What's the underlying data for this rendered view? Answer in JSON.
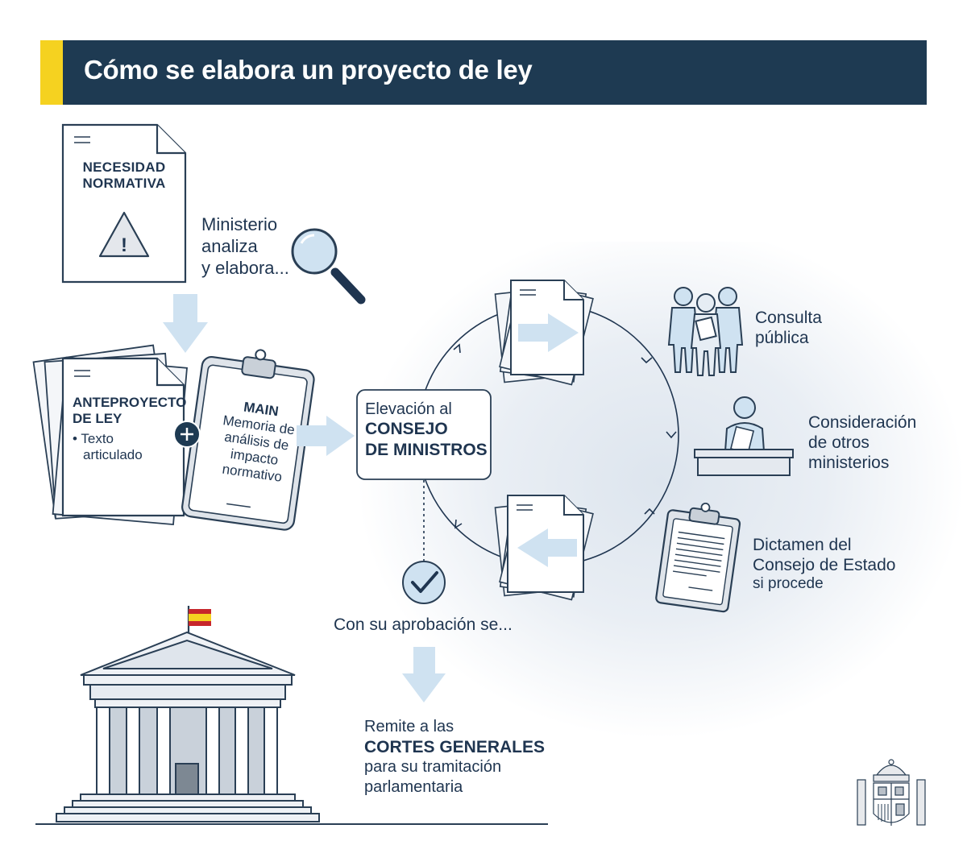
{
  "header": {
    "title": "Cómo se elabora un proyecto de ley"
  },
  "steps": {
    "necesidad": {
      "line1": "NECESIDAD",
      "line2": "NORMATIVA"
    },
    "ministerio": {
      "line1": "Ministerio",
      "line2": "analiza",
      "line3": "y elabora..."
    },
    "anteproyecto": {
      "line1": "ANTEPROYECTO",
      "line2": "DE LEY",
      "bullet1": "• Texto",
      "bullet2": "articulado"
    },
    "main": {
      "title": "MAIN",
      "line1": "Memoria de",
      "line2": "análisis de",
      "line3": "impacto",
      "line4": "normativo"
    },
    "elevacion": {
      "line1": "Elevación al",
      "line2": "CONSEJO",
      "line3": "DE MINISTROS"
    },
    "consulta": {
      "line1": "Consulta",
      "line2": "pública"
    },
    "consideracion": {
      "line1": "Consideración",
      "line2": "de otros",
      "line3": "ministerios"
    },
    "dictamen": {
      "line1": "Dictamen del",
      "line2": "Consejo de Estado",
      "line3": "si procede"
    },
    "aprobacion": {
      "text": "Con su aprobación se..."
    },
    "remite": {
      "line1": "Remite a las",
      "line2": "CORTES GENERALES",
      "line3": "para su tramitación",
      "line4": "parlamentaria"
    }
  },
  "icons": {
    "warning": "warning-icon",
    "magnifier": "magnifier-icon",
    "plus": "plus-icon",
    "check": "check-icon",
    "people": "people-icon",
    "desk": "official-at-desk-icon",
    "clipboard": "clipboard-icon",
    "building": "parliament-building-icon",
    "flag": "spanish-flag-icon",
    "coat": "coat-of-arms-icon"
  },
  "colors": {
    "navy": "#1e3a52",
    "accent": "#f5d220",
    "arrow": "#cfe2f1",
    "doc_line": "#2a3f55",
    "panel": "#dde5ee"
  }
}
